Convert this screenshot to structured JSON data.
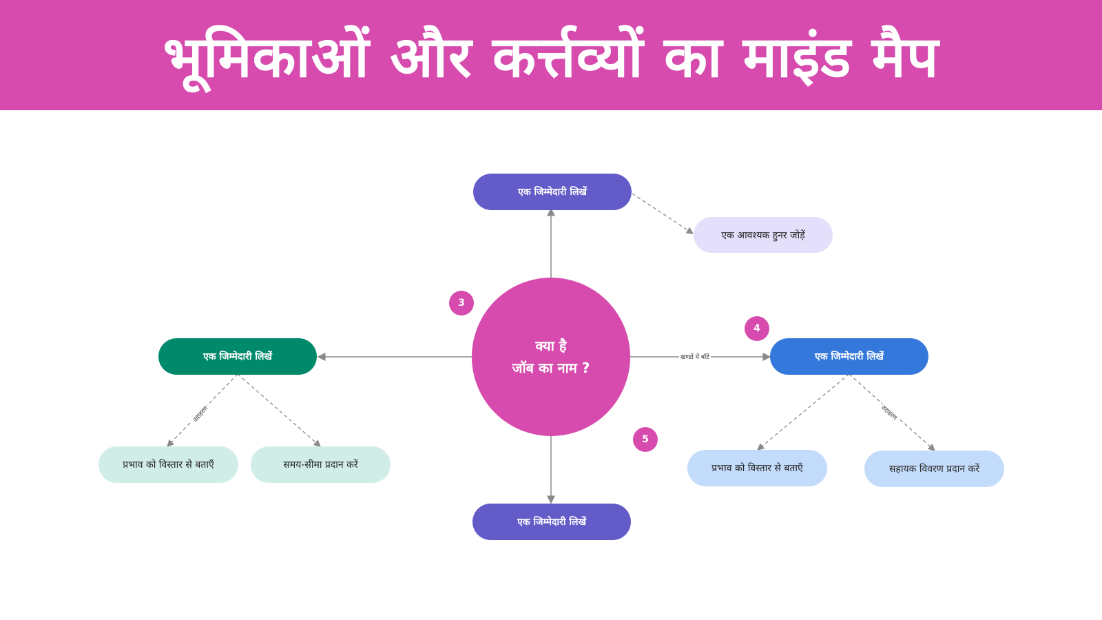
{
  "title": "भूमिकाओं और कर्त्तव्यों  का माइंड मैप",
  "colors": {
    "accent": "#d64bad",
    "purple": "#635bc8",
    "green": "#00896a",
    "blue": "#3478db",
    "lavender": "#e4e0fb",
    "mint": "#d0eee7",
    "light_blue": "#c4dcfb"
  },
  "center": {
    "line1": "क्या है",
    "line2": "जॉब का नाम ?"
  },
  "nodes": {
    "top": "एक जिम्मेदारी लिखें",
    "top_skill": "एक आवश्यक हुनर जोड़ें",
    "left": "एक जिम्मेदारी लिखें",
    "left_child1": "प्रभाव को विस्तार से बताएँ",
    "left_child2": "समय-सीमा प्रदान करें",
    "right": "एक जिम्मेदारी लिखें",
    "right_child1": "प्रभाव को विस्तार से बताएँ",
    "right_child2": "सहायक विवरण प्रदान करें",
    "bottom": "एक जिम्मेदारी लिखें"
  },
  "edge_labels": {
    "center_right": "खण्डों में बाँटें",
    "left_example": "उदाहरण",
    "right_example": "उदाहरण"
  },
  "badges": {
    "b3": "3",
    "b4": "4",
    "b5": "5"
  }
}
